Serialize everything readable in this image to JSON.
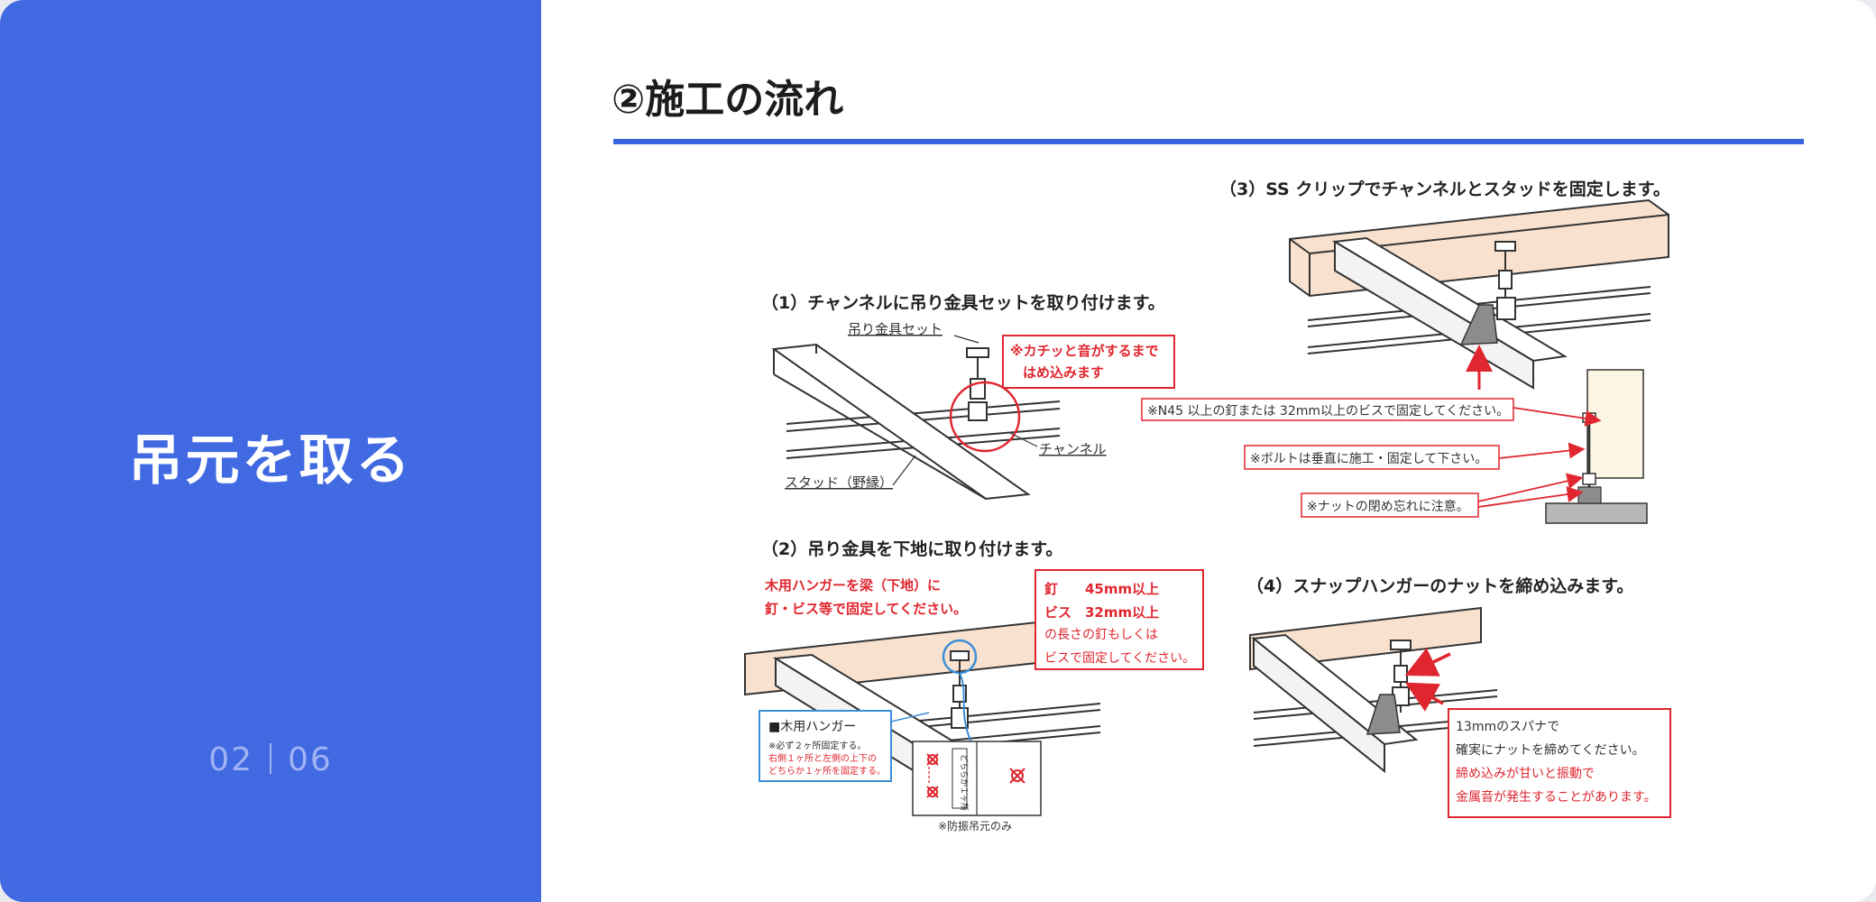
{
  "sidebar": {
    "title": "吊元を取る",
    "page_current": "02",
    "page_total": "06"
  },
  "main": {
    "heading": "②施工の流れ"
  },
  "figure": {
    "step1": {
      "caption": "（1）チャンネルに吊り金具セットを取り付けます。",
      "label_set": "吊り金具セット",
      "note_line1": "※カチッと音がするまで",
      "note_line2": "はめ込みます",
      "label_channel": "チャンネル",
      "label_stud": "スタッド（野縁）"
    },
    "step2": {
      "caption": "（2）吊り金具を下地に取り付けます。",
      "red_line1": "木用ハンガーを梁（下地）に",
      "red_line2": "釘・ビス等で固定してください。",
      "box_line1": "釘　　45mm以上",
      "box_line2": "ビス　32mm以上",
      "box_line3": "の長さの釘もしくは",
      "box_line4": "ビスで固定してください。",
      "legend_title": "■木用ハンガー",
      "legend_line1": "※必ず２ヶ所固定する。",
      "legend_line2": "右側１ヶ所と左側の上下の",
      "legend_line3": "どちらか１ヶ所を固定する。",
      "detail_note": "※防振吊元のみ",
      "detail_vertical": "どちらか１ヶ所"
    },
    "step3": {
      "caption": "（3）SS クリップでチャンネルとスタッドを固定します。",
      "note_nail": "※N45 以上の釘または 32mm以上のビスで固定してください。",
      "note_bolt": "※ボルトは垂直に施工・固定して下さい。",
      "note_nut": "※ナットの閉め忘れに注意。"
    },
    "step4": {
      "caption": "（4）スナップハンガーのナットを締め込みます。",
      "box_line1": "13mmのスパナで",
      "box_line2": "確実にナットを締めてください。",
      "box_line3": "締め込みが甘いと振動で",
      "box_line4": "金属音が発生することがあります。"
    }
  },
  "colors": {
    "sidebar": "#4169e1",
    "rule": "#3a64dd",
    "accent_red": "#e0262f",
    "accent_blue": "#3b8ed8",
    "beam": "#f8e2cf"
  }
}
